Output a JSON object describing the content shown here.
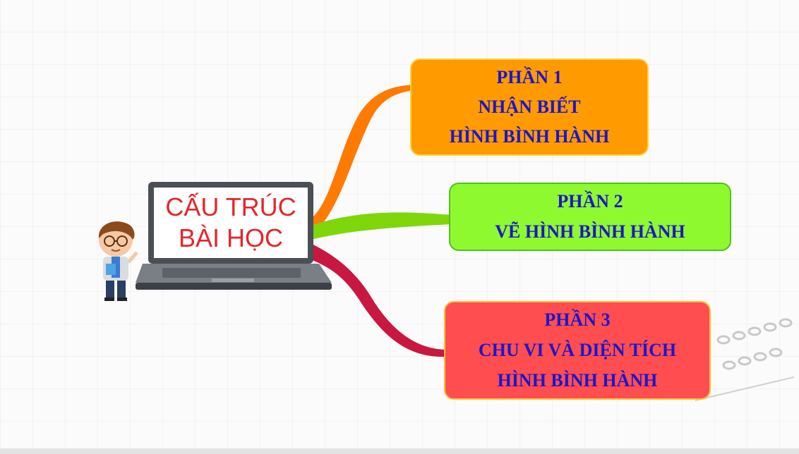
{
  "central": {
    "line1": "CẤU TRÚC",
    "line2": "BÀI HỌC"
  },
  "branches": [
    {
      "title": "PHẦN 1",
      "lines": [
        "NHẬN BIẾT",
        "HÌNH BÌNH HÀNH"
      ],
      "color": "#ff9b00",
      "connector_color": "#ff7a00"
    },
    {
      "title": "PHẦN 2",
      "lines": [
        "VẼ HÌNH BÌNH HÀNH"
      ],
      "color": "#8ef92f",
      "connector_color": "#7fd60a"
    },
    {
      "title": "PHẦN 3",
      "lines": [
        "CHU VI VÀ DIỆN TÍCH",
        "HÌNH BÌNH HÀNH"
      ],
      "color": "#ff4d50",
      "connector_color": "#c8183f"
    }
  ],
  "text_color": "#1d16c9",
  "icons": [
    "laptop-icon",
    "student-character-icon"
  ]
}
